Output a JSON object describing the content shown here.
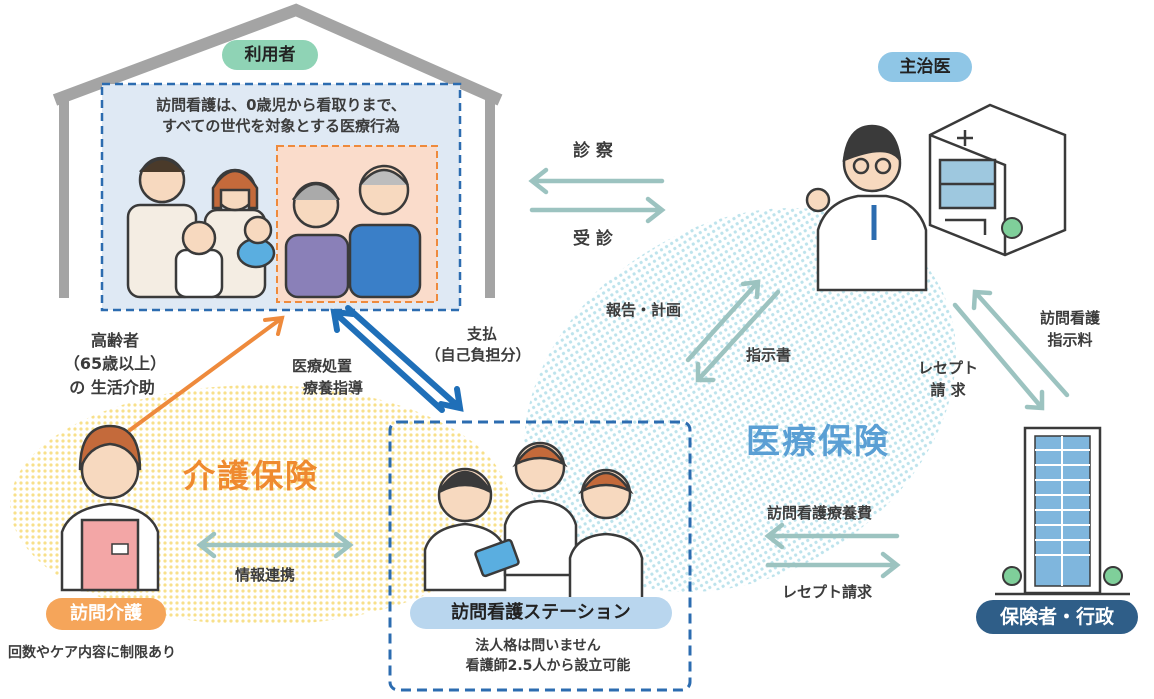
{
  "user_house": {
    "label": "利用者",
    "desc_line1": "訪問看護は、0歳児から看取りまで、",
    "desc_line2": "すべての世代を対象とする医療行為"
  },
  "doctor": {
    "label": "主治医"
  },
  "insurer": {
    "label": "保険者・行政"
  },
  "station": {
    "label": "訪問看護ステーション",
    "note_line1": "法人格は問いません",
    "note_line2": "看護師2.5人から設立可能"
  },
  "home_care": {
    "label": "訪問介護",
    "note": "回数やケア内容に制限あり"
  },
  "zones": {
    "kaigo": "介護保険",
    "iryo": "医療保険"
  },
  "flows": {
    "shinsatsu": "診 察",
    "jushin": "受 診",
    "houkoku": "報告・計画",
    "shijisho": "指示書",
    "shijiryo_line1": "訪問看護",
    "shijiryo_line2": "指示料",
    "receipt_line1": "レセプト",
    "receipt_line2": "請 求",
    "ryoyohi": "訪問看護療養費",
    "receipt_seikyu": "レセプト請求",
    "joho": "情報連携",
    "shiharai_line1": "支払",
    "shiharai_line2": "（自己負担分）",
    "shochi_line1": "医療処置",
    "shochi_line2": "療養指導",
    "koreisha_line1": "高齢者",
    "koreisha_line2": "（65歳以上）",
    "koreisha_line3": "の 生活介助"
  },
  "colors": {
    "teal_arrow": "#9cc3c0",
    "blue_arrow": "#1f6fb8",
    "orange_arrow": "#ee8a3c",
    "kaigo_text": "#ef8a2f",
    "iryo_text": "#5a9fd4",
    "green_pill": "#8fd3b5",
    "blue_pill": "#8fc6e6",
    "orange_pill": "#f5a55a",
    "station_pill": "#b9d6ee"
  },
  "icons": [
    "family-illustration",
    "doctor-illustration",
    "hospital-icon",
    "office-building-icon",
    "nurses-illustration",
    "caregiver-illustration",
    "arrow"
  ]
}
